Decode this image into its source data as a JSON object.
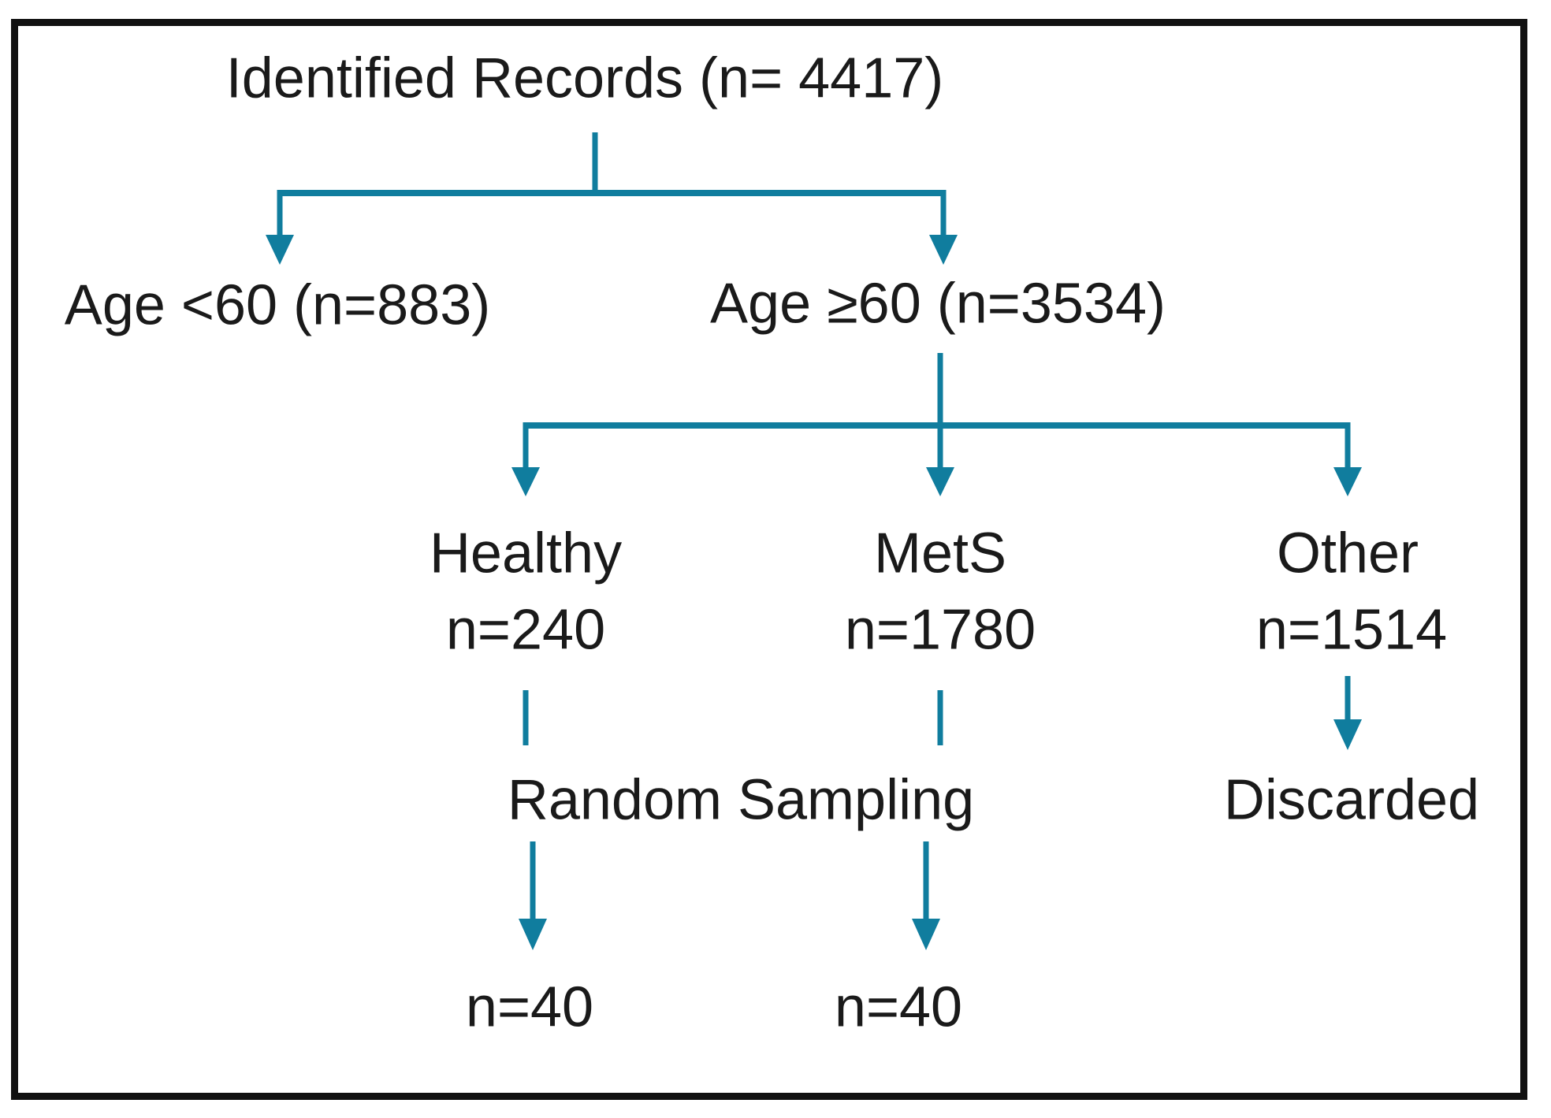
{
  "flowchart": {
    "title": "Identified Records (n= 4417)",
    "level1": [
      {
        "label": "Age <60 (n=883)"
      },
      {
        "label": "Age ≥60 (n=3534)"
      }
    ],
    "level2": [
      {
        "label": "Healthy",
        "n": "n=240"
      },
      {
        "label": "MetS",
        "n": "n=1780"
      },
      {
        "label": "Other",
        "n": "n=1514"
      }
    ],
    "process": {
      "label": "Random Sampling"
    },
    "discarded": {
      "label": "Discarded"
    },
    "samples": [
      {
        "label": "n=40"
      },
      {
        "label": "n=40"
      }
    ],
    "colors": {
      "arrow": "#107d9e",
      "text": "#1a1a1a",
      "border": "#111111",
      "background": "#ffffff"
    }
  }
}
